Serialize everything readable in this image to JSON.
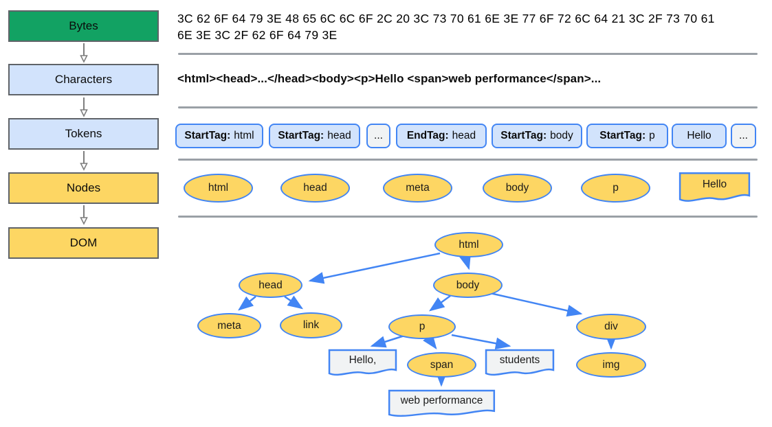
{
  "pipeline_stages": [
    {
      "label": "Bytes"
    },
    {
      "label": "Characters"
    },
    {
      "label": "Tokens"
    },
    {
      "label": "Nodes"
    },
    {
      "label": "DOM"
    }
  ],
  "bytes_row": {
    "hex_text": "3C 62 6F 64 79 3E 48 65 6C 6C 6F 2C 20 3C 73 70 61 6E 3E 77 6F 72 6C 64 21 3C 2F 73 70 61\n6E 3E 3C 2F 62 6F 64 79 3E"
  },
  "characters_row": {
    "text": "<html><head>...</head><body><p>Hello <span>web performance</span>..."
  },
  "tokens_row": {
    "items": [
      {
        "label": "StartTag:",
        "value": "html"
      },
      {
        "label": "StartTag:",
        "value": "head"
      },
      {
        "label": "",
        "value": "..."
      },
      {
        "label": "EndTag:",
        "value": "head"
      },
      {
        "label": "StartTag:",
        "value": "body"
      },
      {
        "label": "StartTag:",
        "value": "p"
      },
      {
        "label": "",
        "value": "Hello"
      },
      {
        "label": "",
        "value": "..."
      }
    ]
  },
  "nodes_row": {
    "items": [
      {
        "label": "html",
        "shape": "ellipse"
      },
      {
        "label": "head",
        "shape": "ellipse"
      },
      {
        "label": "meta",
        "shape": "ellipse"
      },
      {
        "label": "body",
        "shape": "ellipse"
      },
      {
        "label": "p",
        "shape": "ellipse"
      },
      {
        "label": "Hello",
        "shape": "text-node"
      }
    ]
  },
  "dom_tree": {
    "nodes": [
      {
        "label": "html",
        "shape": "ellipse"
      },
      {
        "label": "head",
        "shape": "ellipse"
      },
      {
        "label": "body",
        "shape": "ellipse"
      },
      {
        "label": "meta",
        "shape": "ellipse"
      },
      {
        "label": "link",
        "shape": "ellipse"
      },
      {
        "label": "p",
        "shape": "ellipse"
      },
      {
        "label": "div",
        "shape": "ellipse"
      },
      {
        "label": "Hello,",
        "shape": "text-node"
      },
      {
        "label": "span",
        "shape": "ellipse"
      },
      {
        "label": "students",
        "shape": "text-node"
      },
      {
        "label": "img",
        "shape": "ellipse"
      },
      {
        "label": "web performance",
        "shape": "text-node"
      }
    ],
    "edges": [
      "html→head",
      "html→body",
      "head→meta",
      "head→link",
      "body→p",
      "body→div",
      "p→Hello,",
      "p→span",
      "p→students",
      "span→web performance",
      "div→img"
    ]
  },
  "colors": {
    "stage_green": "#12A263",
    "stage_light_blue": "#D2E3FC",
    "stage_yellow": "#FDD663",
    "node_border_blue": "#4285F4",
    "token_fill": "#D2E3FC",
    "token_muted_fill": "#F1F3F4",
    "text_node_fill": "#F1F3F4",
    "separator_gray": "#9AA0A6",
    "box_border_gray": "#5F6368",
    "arrow_gray": "#7E7E7E"
  }
}
